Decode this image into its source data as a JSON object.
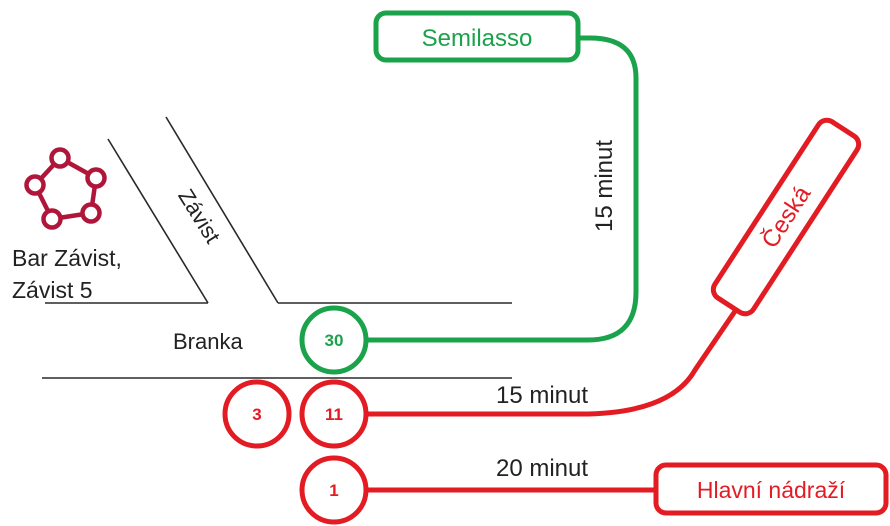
{
  "colors": {
    "green": "#1aa34a",
    "red": "#e31b23",
    "logo": "#b0163a",
    "street": "#2a2a2a",
    "text": "#1e1e1e"
  },
  "place": {
    "name_line1": "Bar Závist,",
    "name_line2": "Závist 5",
    "logo_icon": "bar-logo-icon"
  },
  "streets": {
    "zavist": "Závist"
  },
  "stop": {
    "name": "Branka"
  },
  "lines": {
    "green": {
      "number": "30",
      "destination": "Semilasso",
      "duration": "15 minut"
    },
    "red_upper": {
      "numbers": [
        "3",
        "11"
      ],
      "destination": "Česká",
      "duration": "15 minut"
    },
    "red_lower": {
      "number": "1",
      "destination": "Hlavní nádraží",
      "duration": "20 minut"
    }
  }
}
